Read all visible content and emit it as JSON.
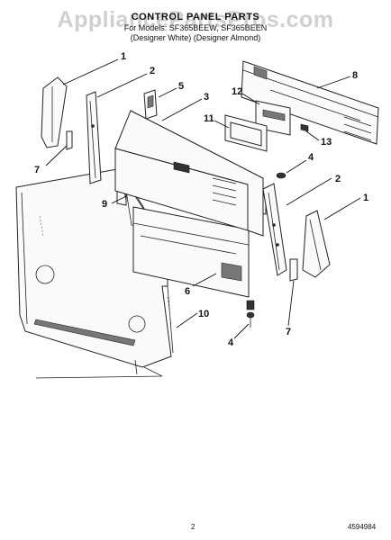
{
  "header": {
    "title": "CONTROL PANEL PARTS",
    "models_line": "For Models: SF365BEEW, SF365BEEN",
    "colors_line": "(Designer White)  (Designer Almond)"
  },
  "watermark": "AppliancePartsPros.com",
  "footer": {
    "page_number": "2",
    "doc_number": "4594984"
  },
  "callouts": [
    "1",
    "2",
    "5",
    "3",
    "8",
    "12",
    "11",
    "13",
    "7",
    "4",
    "9",
    "2",
    "1",
    "6",
    "10",
    "7",
    "4"
  ]
}
